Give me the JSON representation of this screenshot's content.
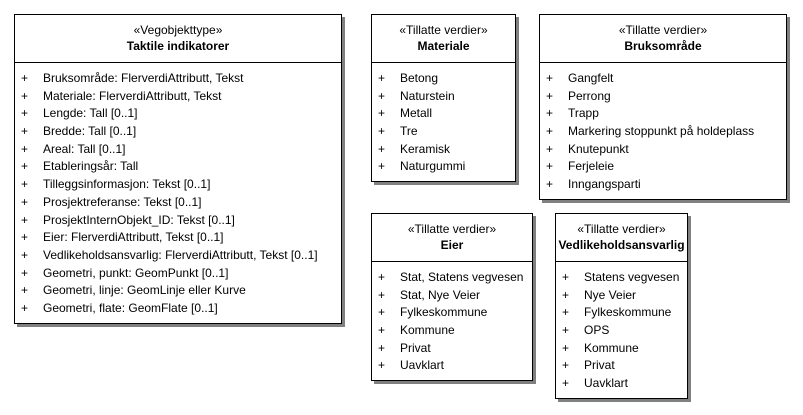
{
  "boxes": [
    {
      "stereotype": "«Vegobjekttype»",
      "name": "Taktile indikatorer",
      "attributes": [
        "Bruksområde: FlerverdiAttributt, Tekst",
        "Materiale: FlerverdiAttributt, Tekst",
        "Lengde: Tall [0..1]",
        "Bredde: Tall [0..1]",
        "Areal: Tall [0..1]",
        "Etableringsår: Tall",
        "Tilleggsinformasjon: Tekst [0..1]",
        "Prosjektreferanse: Tekst [0..1]",
        "ProsjektInternObjekt_ID: Tekst [0..1]",
        "Eier: FlerverdiAttributt, Tekst [0..1]",
        "Vedlikeholdsansvarlig: FlerverdiAttributt, Tekst [0..1]",
        "Geometri, punkt: GeomPunkt [0..1]",
        "Geometri, linje: GeomLinje eller Kurve",
        "Geometri, flate: GeomFlate [0..1]"
      ]
    },
    {
      "stereotype": "«Tillatte verdier»",
      "name": "Materiale",
      "attributes": [
        "Betong",
        "Naturstein",
        "Metall",
        "Tre",
        "Keramisk",
        "Naturgummi"
      ]
    },
    {
      "stereotype": "«Tillatte verdier»",
      "name": "Bruksområde",
      "attributes": [
        "Gangfelt",
        "Perrong",
        "Trapp",
        "Markering stoppunkt på holdeplass",
        "Knutepunkt",
        "Ferjeleie",
        "Inngangsparti"
      ]
    },
    {
      "stereotype": "«Tillatte verdier»",
      "name": "Eier",
      "attributes": [
        "Stat, Statens vegvesen",
        "Stat, Nye Veier",
        "Fylkeskommune",
        "Kommune",
        "Privat",
        "Uavklart"
      ]
    },
    {
      "stereotype": "«Tillatte verdier»",
      "name": "Vedlikeholdsansvarlig",
      "attributes": [
        "Statens vegvesen",
        "Nye Veier",
        "Fylkeskommune",
        "OPS",
        "Kommune",
        "Privat",
        "Uavklart"
      ]
    }
  ],
  "visibility_marker": "+"
}
